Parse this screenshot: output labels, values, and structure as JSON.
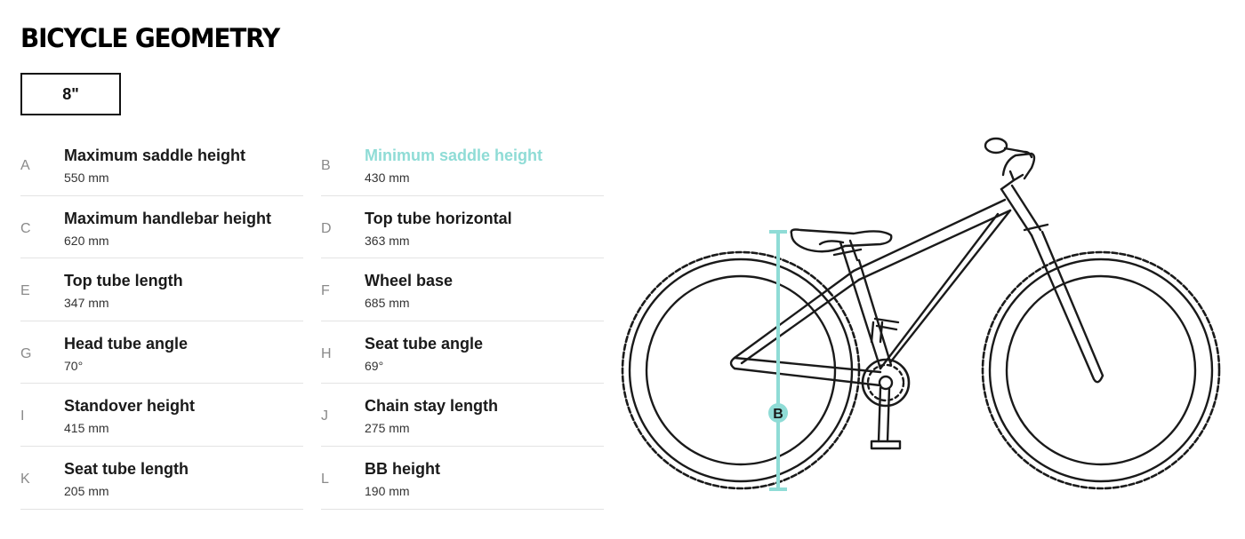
{
  "page": {
    "title": "BICYCLE GEOMETRY",
    "size_selected": "8\""
  },
  "colors": {
    "accent": "#8fdcd6",
    "text": "#1a1a1a",
    "muted": "#8a8a8a",
    "divider": "#e3e3e3"
  },
  "geometry": {
    "left": [
      {
        "letter": "A",
        "label": "Maximum saddle height",
        "value": "550 mm"
      },
      {
        "letter": "C",
        "label": "Maximum handlebar height",
        "value": "620 mm"
      },
      {
        "letter": "E",
        "label": "Top tube length",
        "value": "347 mm"
      },
      {
        "letter": "G",
        "label": "Head tube angle",
        "value": "70°"
      },
      {
        "letter": "I",
        "label": "Standover height",
        "value": "415 mm"
      },
      {
        "letter": "K",
        "label": "Seat tube length",
        "value": "205 mm"
      }
    ],
    "right": [
      {
        "letter": "B",
        "label": "Minimum saddle height",
        "value": "430 mm",
        "active": true
      },
      {
        "letter": "D",
        "label": "Top tube horizontal",
        "value": "363 mm"
      },
      {
        "letter": "F",
        "label": "Wheel base",
        "value": "685 mm"
      },
      {
        "letter": "H",
        "label": "Seat tube angle",
        "value": "69°"
      },
      {
        "letter": "J",
        "label": "Chain stay length",
        "value": "275 mm"
      },
      {
        "letter": "L",
        "label": "BB height",
        "value": "190 mm"
      }
    ]
  },
  "diagram": {
    "marker_letter": "B",
    "icon": "bicycle-icon"
  }
}
